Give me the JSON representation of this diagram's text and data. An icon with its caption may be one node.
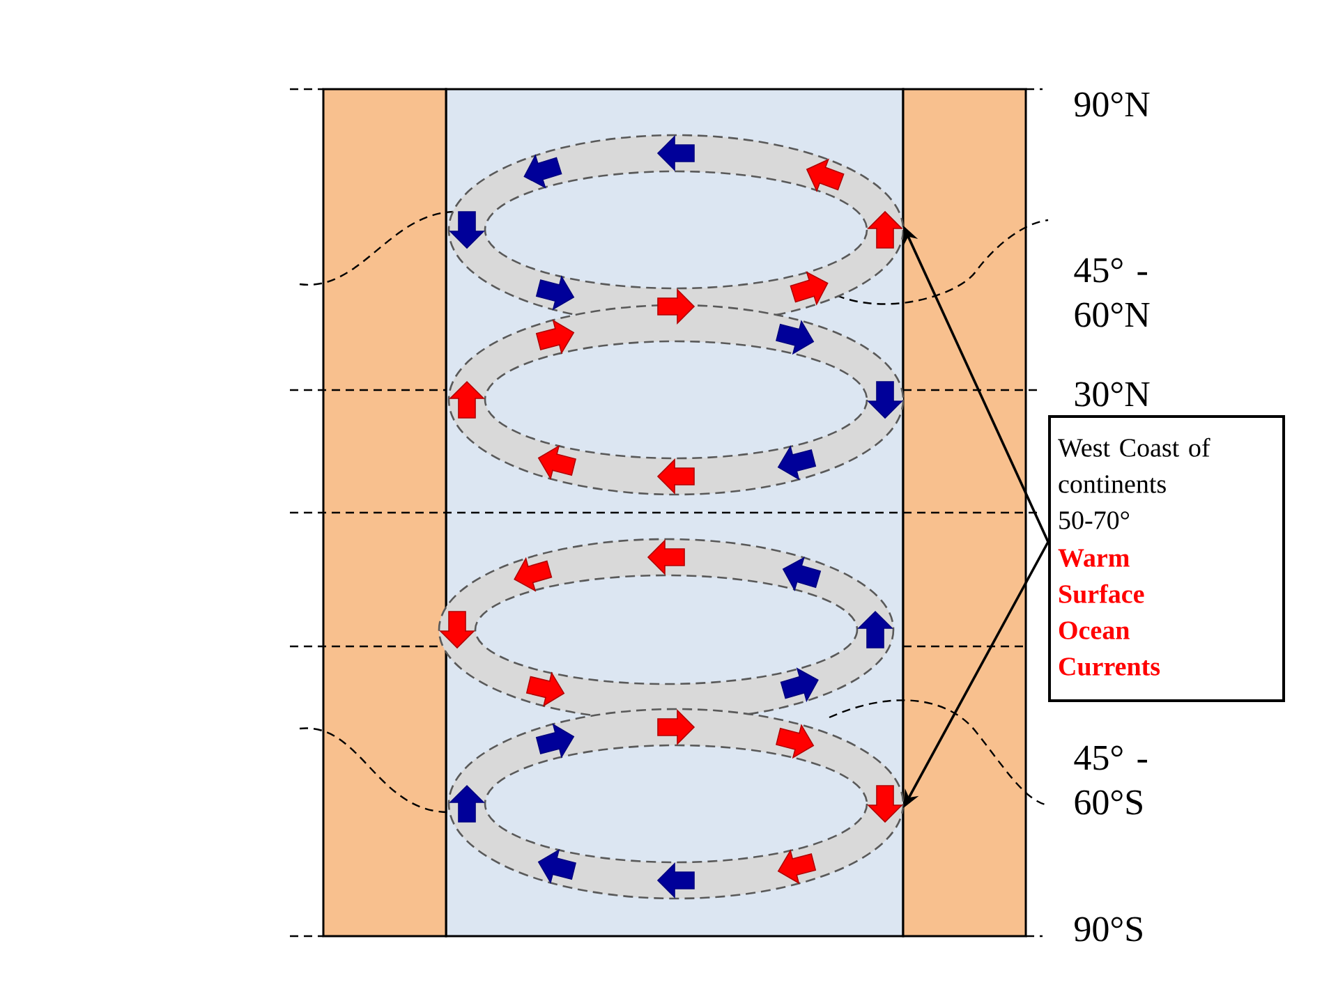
{
  "diagram": {
    "nodes": [
      {
        "text": [],
        "shape": "bar"
      },
      {
        "text": [],
        "shape": "bar"
      },
      {
        "text": [
          "West Coast of continents 50-70°",
          "Warm Surface Ocean Currents"
        ]
      }
    ],
    "edges": [
      {
        "from": 2,
        "to": 1,
        "arrow": "to"
      },
      {
        "from": 2,
        "to": 1,
        "arrow": "to"
      }
    ],
    "labels": [
      "90°N",
      "45° - 60°N",
      "30°N",
      "45° - 60°S",
      "90°S"
    ]
  }
}
